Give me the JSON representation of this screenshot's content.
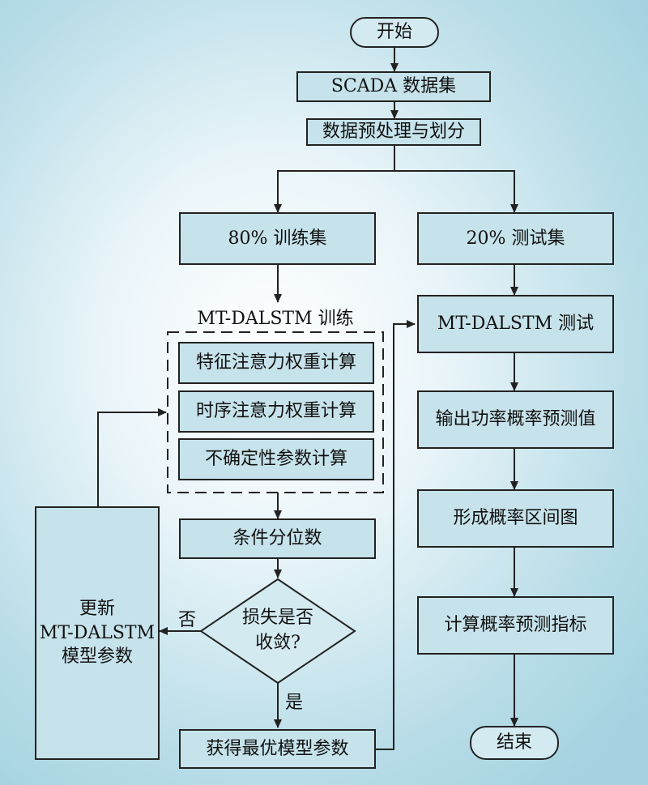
{
  "flow": {
    "start": "开始",
    "scada": "SCADA 数据集",
    "preprocess": "数据预处理与划分",
    "train_set": "80% 训练集",
    "test_set": "20% 测试集",
    "train_group_title": "MT-DALSTM 训练",
    "feature_attention": "特征注意力权重计算",
    "temporal_attention": "时序注意力权重计算",
    "uncertainty": "不确定性参数计算",
    "quantile": "条件分位数",
    "decision": "损失是否\n收敛?",
    "decision_no": "否",
    "decision_yes": "是",
    "update_params": "更新\nMT-DALSTM\n模型参数",
    "best_params": "获得最优模型参数",
    "test": "MT-DALSTM 测试",
    "output": "输出功率概率预测值",
    "interval": "形成概率区间图",
    "metrics": "计算概率预测指标",
    "end": "结束"
  }
}
